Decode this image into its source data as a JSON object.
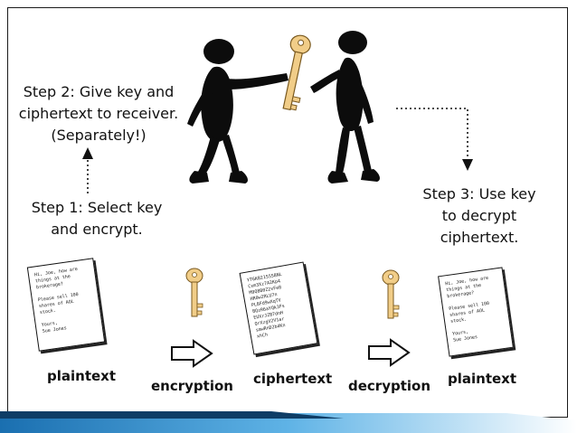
{
  "steps": {
    "step2": [
      "Step 2: Give key and",
      "ciphertext to receiver.",
      "(Separately!)"
    ],
    "step1": [
      "Step 1: Select key",
      "and encrypt."
    ],
    "step3": [
      "Step 3: Use key",
      "to decrypt",
      "ciphertext."
    ]
  },
  "labels": {
    "plaintext_left": "plaintext",
    "encryption": "encryption",
    "ciphertext": "ciphertext",
    "decryption": "decryption",
    "plaintext_right": "plaintext"
  },
  "documents": {
    "plain": "Hi, Joe, how are\nthings at the\nbrokerage?\n\nPlease sell 100\nshares of AOL\nstock.\n\nYours,\nSue Jones",
    "cipher": "YT6KB21S5S8NL\nCxm3Xz7A2Kp4\nM9Q8B0Z2xFe8\nHR0w2RLU7n\nPL8Fd9wXqTV\nBQzR6aYQk3Fs\nEUXrJZB7dnH\nQrXzgV2V1ar\nsmwRnD2b4Kn\nxhCh"
  },
  "colors": {
    "key": "#F1CD88",
    "key_stroke": "#7a5a20",
    "figure": "#0c0c0c",
    "accent_bar": "#1f8fd0"
  },
  "icons": [
    "key-icon",
    "right-arrow-icon",
    "person-icon"
  ]
}
